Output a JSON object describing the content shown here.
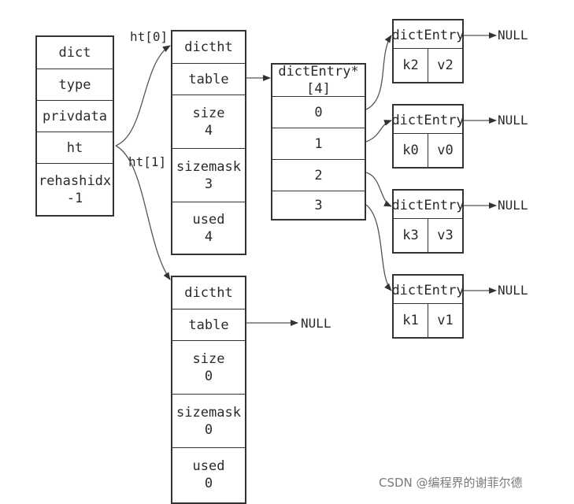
{
  "dict": {
    "fields": [
      "dict",
      "type",
      "privdata",
      "ht",
      "rehashidx",
      "-1"
    ]
  },
  "labels": {
    "ht0": "ht[0]",
    "ht1": "ht[1]",
    "null": "NULL"
  },
  "ht0": {
    "header": "dictht",
    "table": "table",
    "size_label": "size",
    "size_value": "4",
    "sizemask_label": "sizemask",
    "sizemask_value": "3",
    "used_label": "used",
    "used_value": "4"
  },
  "ht1": {
    "header": "dictht",
    "table": "table",
    "size_label": "size",
    "size_value": "0",
    "sizemask_label": "sizemask",
    "sizemask_value": "0",
    "used_label": "used",
    "used_value": "0"
  },
  "table_array": {
    "header": "dictEntry*[4]",
    "slots": [
      "0",
      "1",
      "2",
      "3"
    ]
  },
  "entries": [
    {
      "header": "dictEntry",
      "key": "k2",
      "value": "v2"
    },
    {
      "header": "dictEntry",
      "key": "k0",
      "value": "v0"
    },
    {
      "header": "dictEntry",
      "key": "k3",
      "value": "v3"
    },
    {
      "header": "dictEntry",
      "key": "k1",
      "value": "v1"
    }
  ],
  "watermark": "CSDN @编程界的谢菲尔德"
}
